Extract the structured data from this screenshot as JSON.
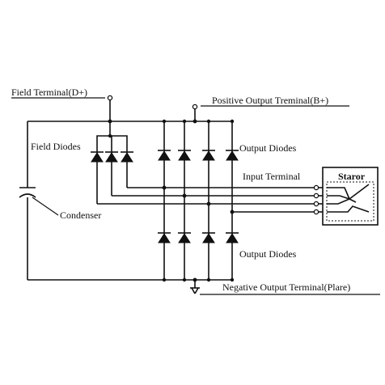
{
  "labels": {
    "field_terminal": "Field Terminal(D+)",
    "positive_output_terminal": "Positive Output Treminal(B+)",
    "field_diodes": "Field Diodes",
    "output_diodes_top": "Output Diodes",
    "input_terminal": "Input Terminal",
    "stator": "Staror",
    "condenser": "Condenser",
    "output_diodes_bottom": "Output Diodes",
    "negative_output_terminal": "Negative Output Terminal(Plare)"
  }
}
